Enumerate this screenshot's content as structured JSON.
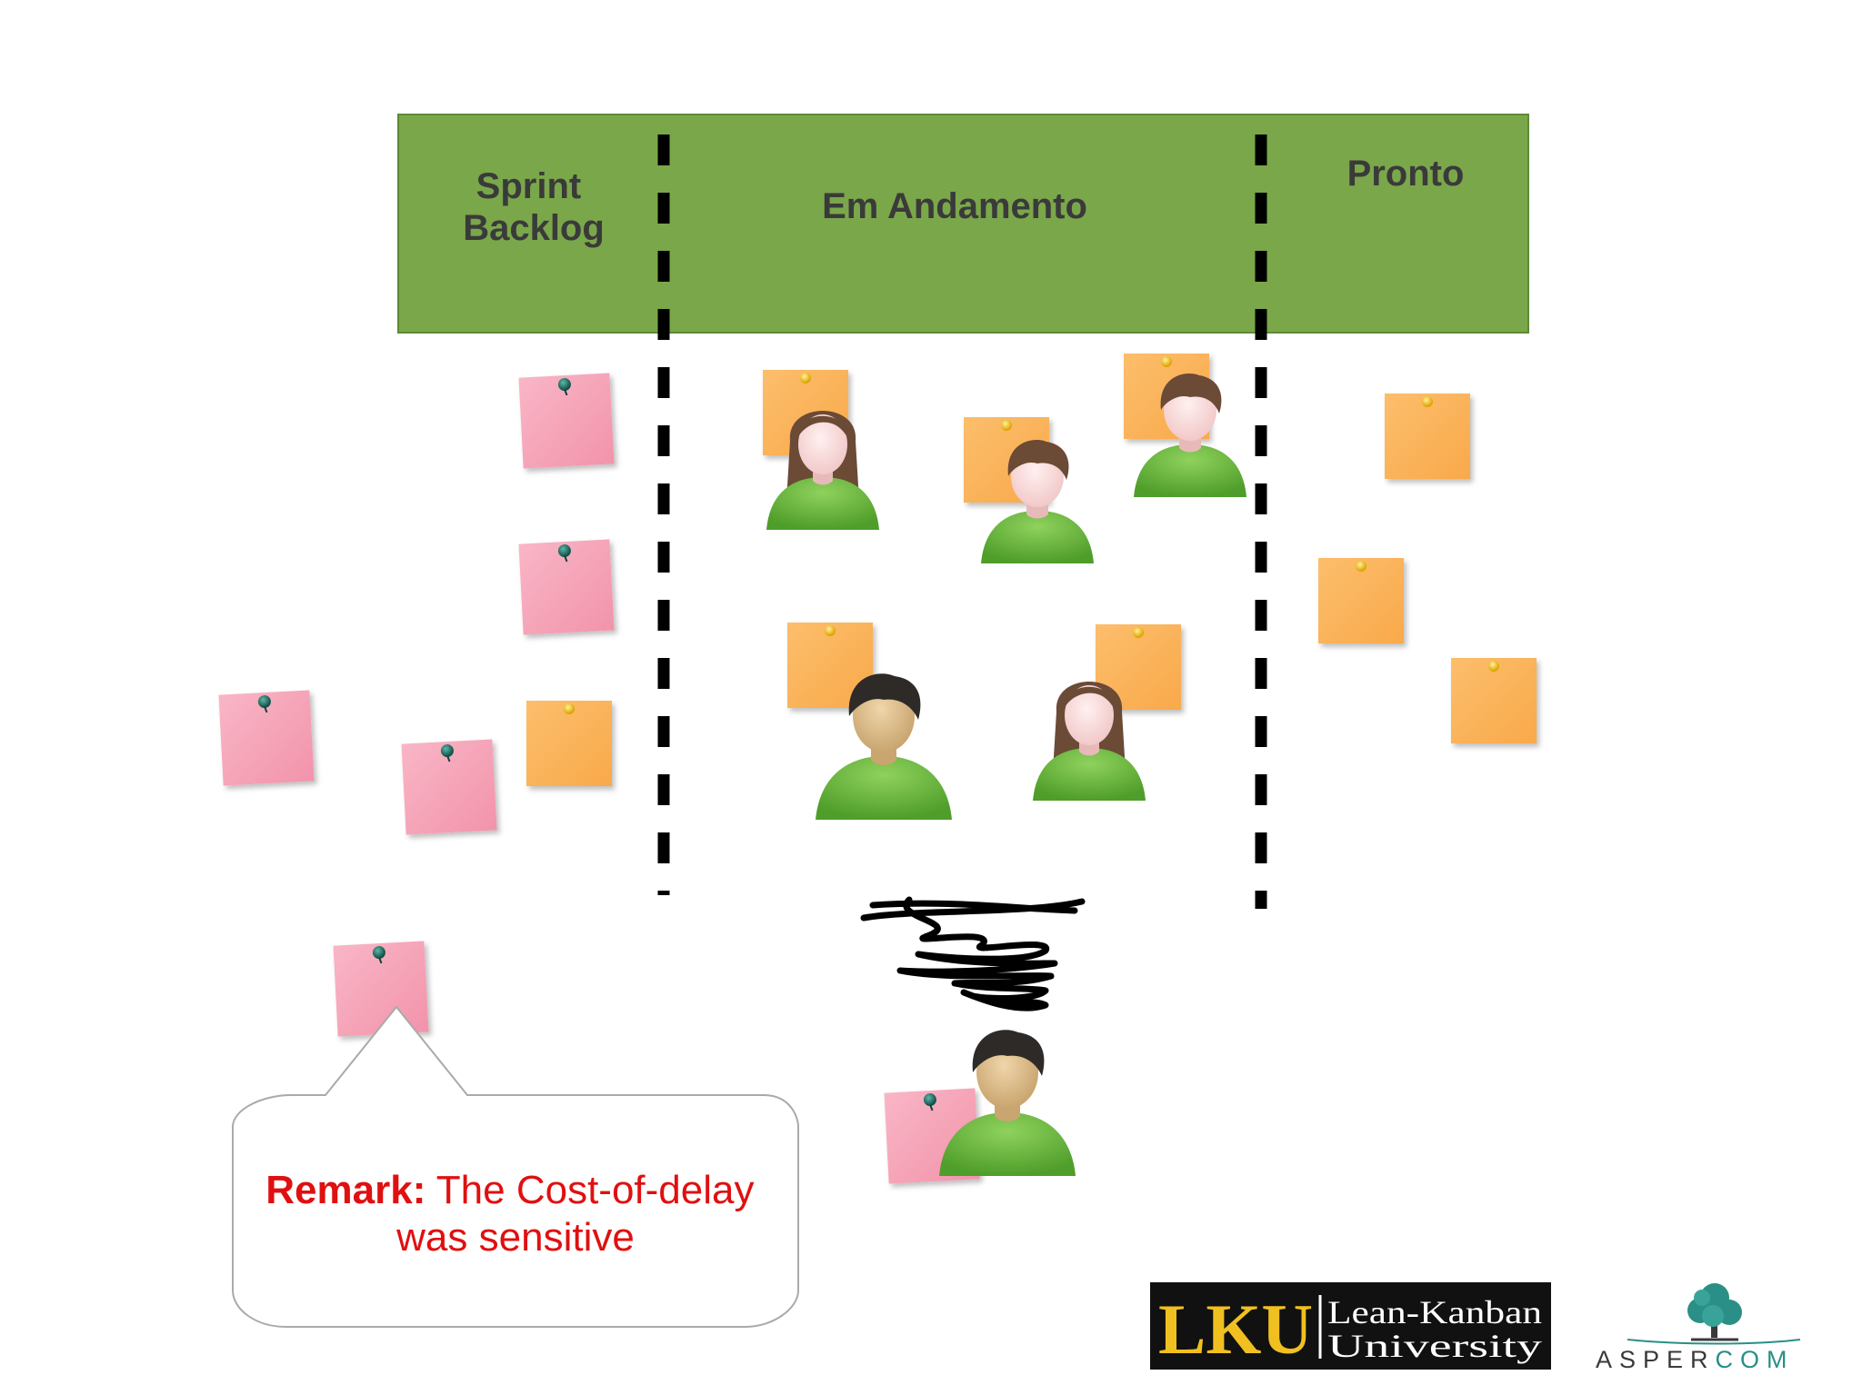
{
  "board": {
    "columns": [
      {
        "line1": "Sprint",
        "line2": "Backlog"
      },
      {
        "line1": "Em Andamento"
      },
      {
        "line1": "Pronto"
      }
    ],
    "header_color": "#7aa74a"
  },
  "callout": {
    "bold": "Remark:",
    "rest_line1": " The Cost-of-delay",
    "line2": "was sensitive",
    "color": "#e01010"
  },
  "logos": {
    "lku_mark": "LKU",
    "lku_line1": "Lean-Kanban",
    "lku_line2": "University",
    "aspercom_part1": "ASPER",
    "aspercom_part2": "COM"
  },
  "colors": {
    "pink_note": "#f6a3b8",
    "orange_note": "#fbb25a",
    "shirt": "#6dbb3f",
    "skin_light": "#f8d8d8",
    "skin_tan": "#d9b88a",
    "hair_brown": "#6b4a36",
    "hair_dark": "#2e2a28",
    "lku_gold": "#f0c020",
    "aspercom_teal": "#2a8f86"
  },
  "icons": {
    "pin": "pushpin-icon",
    "person": "person-avatar-icon",
    "scribble": "tangle-scribble-icon",
    "tree": "tree-icon"
  }
}
